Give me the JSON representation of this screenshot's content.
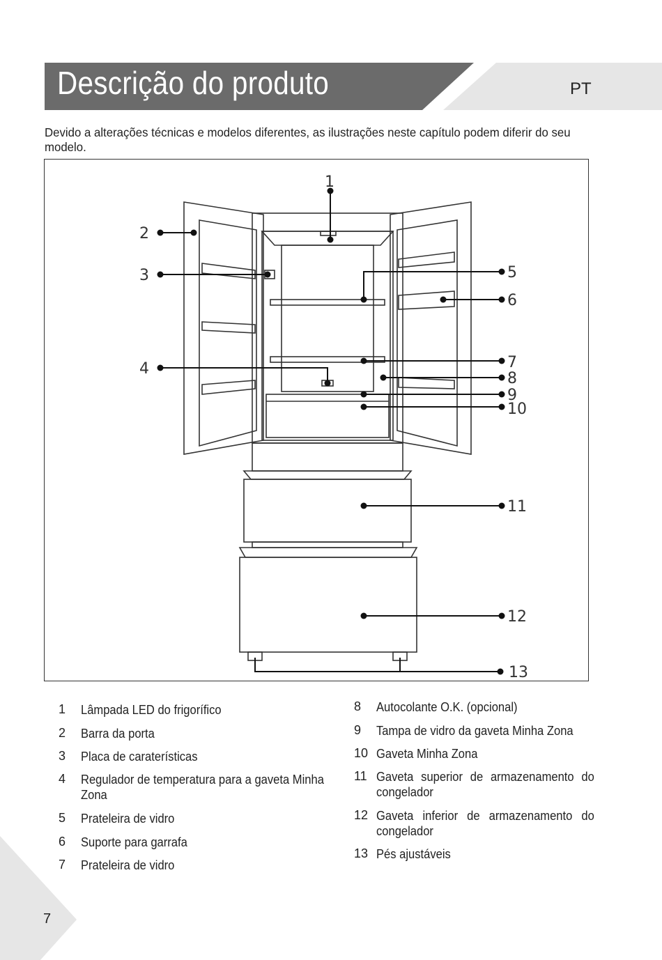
{
  "header": {
    "title": "Descrição do produto",
    "lang": "PT",
    "banner_color": "#6b6b6b",
    "tab_color": "#e6e6e6"
  },
  "intro": "Devido a alterações técnicas e modelos diferentes, as ilustrações neste capítulo podem diferir do seu modelo.",
  "callouts": [
    "1",
    "2",
    "3",
    "4",
    "5",
    "6",
    "7",
    "8",
    "9",
    "10",
    "11",
    "12",
    "13"
  ],
  "legend_left": [
    {
      "num": "1",
      "label": "Lâmpada LED do frigorífico"
    },
    {
      "num": "2",
      "label": "Barra da porta"
    },
    {
      "num": "3",
      "label": "Placa de caraterísticas"
    },
    {
      "num": "4",
      "label": "Regulador de temperatura para a gaveta Minha Zona"
    },
    {
      "num": "5",
      "label": "Prateleira de vidro"
    },
    {
      "num": "6",
      "label": "Suporte para garrafa"
    },
    {
      "num": "7",
      "label": "Prateleira de vidro"
    }
  ],
  "legend_right": [
    {
      "num": "8",
      "label": "Autocolante O.K. (opcional)"
    },
    {
      "num": "9",
      "label": "Tampa de vidro da gaveta Minha Zona"
    },
    {
      "num": "10",
      "label": "Gaveta Minha Zona"
    },
    {
      "num": "11",
      "label": "Gaveta superior de armazenamento do congelador"
    },
    {
      "num": "12",
      "label": "Gaveta inferior de armazenamento do congelador"
    },
    {
      "num": "13",
      "label": "Pés ajustáveis"
    }
  ],
  "page_number": "7"
}
